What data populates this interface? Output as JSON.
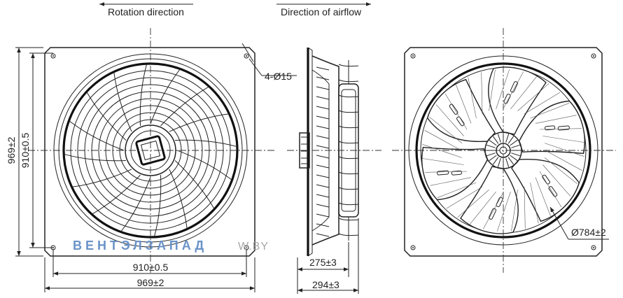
{
  "labels": {
    "rotation": "Rotation direction",
    "airflow": "Direction of airflow",
    "holes": "4-Ø15",
    "diameter": "Ø784±2"
  },
  "dimensions": {
    "inner_bottom": "910±0.5",
    "outer_bottom": "969±2",
    "inner_left": "910±0.5",
    "outer_left": "969±2",
    "side_inner": "275±3",
    "side_outer": "294±3"
  },
  "watermark": {
    "brand": "ВЕНТЭЛЗАПАД",
    "domain": "W.BY"
  },
  "colors": {
    "line": "#222222",
    "watermark_blue": "#6a93c8",
    "watermark_gray": "#a8a8a8"
  }
}
